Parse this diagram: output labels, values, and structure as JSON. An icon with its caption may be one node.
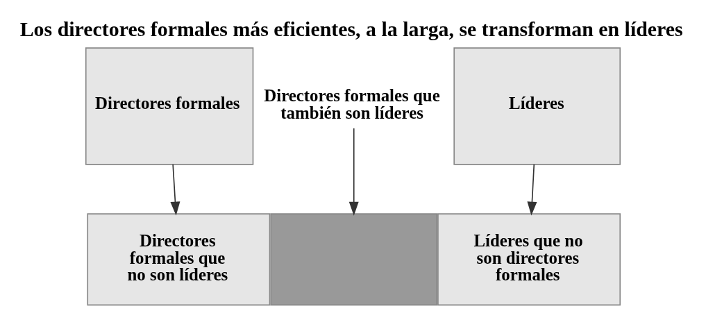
{
  "diagram": {
    "title": "Los directores formales más eficientes, a la larga, se transforman en líderes",
    "nodes": [
      {
        "text": [
          "Directores formales"
        ]
      },
      {
        "text": [
          "Líderes"
        ]
      },
      {
        "text": [
          "Directores formales que también son líderes"
        ]
      },
      {
        "text": [
          "Directores formales que no son líderes"
        ]
      },
      {
        "text": [],
        "shape": "box"
      },
      {
        "text": [
          "Líderes que no son directores formales"
        ]
      }
    ],
    "edges": [
      {
        "from": 0,
        "to": 3,
        "arrow": "to"
      },
      {
        "from": 1,
        "to": 5,
        "arrow": "to"
      },
      {
        "from": 2,
        "to": 4,
        "arrow": "to"
      }
    ]
  }
}
